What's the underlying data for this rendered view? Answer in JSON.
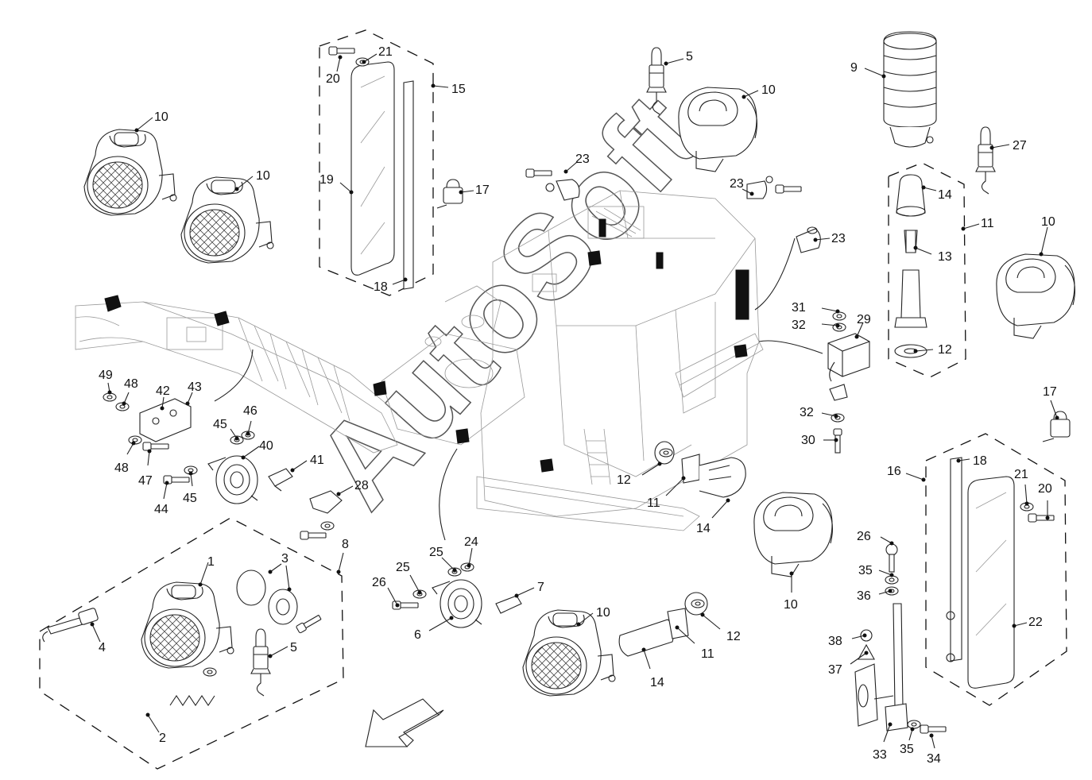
{
  "watermark": "AutoSoft",
  "callouts": [
    {
      "id": "c1",
      "text": "1"
    },
    {
      "id": "c2",
      "text": "2"
    },
    {
      "id": "c3",
      "text": "3"
    },
    {
      "id": "c4",
      "text": "4"
    },
    {
      "id": "c5a",
      "text": "5"
    },
    {
      "id": "c5b",
      "text": "5"
    },
    {
      "id": "c6",
      "text": "6"
    },
    {
      "id": "c7",
      "text": "7"
    },
    {
      "id": "c8",
      "text": "8"
    },
    {
      "id": "c9",
      "text": "9"
    },
    {
      "id": "c10a",
      "text": "10"
    },
    {
      "id": "c10b",
      "text": "10"
    },
    {
      "id": "c10c",
      "text": "10"
    },
    {
      "id": "c10d",
      "text": "10"
    },
    {
      "id": "c10e",
      "text": "10"
    },
    {
      "id": "c10f",
      "text": "10"
    },
    {
      "id": "c11a",
      "text": "11"
    },
    {
      "id": "c11b",
      "text": "11"
    },
    {
      "id": "c11c",
      "text": "11"
    },
    {
      "id": "c12a",
      "text": "12"
    },
    {
      "id": "c12b",
      "text": "12"
    },
    {
      "id": "c12c",
      "text": "12"
    },
    {
      "id": "c13",
      "text": "13"
    },
    {
      "id": "c14a",
      "text": "14"
    },
    {
      "id": "c14b",
      "text": "14"
    },
    {
      "id": "c14c",
      "text": "14"
    },
    {
      "id": "c15",
      "text": "15"
    },
    {
      "id": "c16",
      "text": "16"
    },
    {
      "id": "c17a",
      "text": "17"
    },
    {
      "id": "c17b",
      "text": "17"
    },
    {
      "id": "c18a",
      "text": "18"
    },
    {
      "id": "c18b",
      "text": "18"
    },
    {
      "id": "c19",
      "text": "19"
    },
    {
      "id": "c20a",
      "text": "20"
    },
    {
      "id": "c20b",
      "text": "20"
    },
    {
      "id": "c21a",
      "text": "21"
    },
    {
      "id": "c21b",
      "text": "21"
    },
    {
      "id": "c22",
      "text": "22"
    },
    {
      "id": "c23a",
      "text": "23"
    },
    {
      "id": "c23b",
      "text": "23"
    },
    {
      "id": "c23c",
      "text": "23"
    },
    {
      "id": "c24",
      "text": "24"
    },
    {
      "id": "c25a",
      "text": "25"
    },
    {
      "id": "c25b",
      "text": "25"
    },
    {
      "id": "c26a",
      "text": "26"
    },
    {
      "id": "c26b",
      "text": "26"
    },
    {
      "id": "c27",
      "text": "27"
    },
    {
      "id": "c28",
      "text": "28"
    },
    {
      "id": "c29",
      "text": "29"
    },
    {
      "id": "c30",
      "text": "30"
    },
    {
      "id": "c31",
      "text": "31"
    },
    {
      "id": "c32a",
      "text": "32"
    },
    {
      "id": "c32b",
      "text": "32"
    },
    {
      "id": "c33",
      "text": "33"
    },
    {
      "id": "c34",
      "text": "34"
    },
    {
      "id": "c35a",
      "text": "35"
    },
    {
      "id": "c35b",
      "text": "35"
    },
    {
      "id": "c36",
      "text": "36"
    },
    {
      "id": "c37",
      "text": "37"
    },
    {
      "id": "c38",
      "text": "38"
    },
    {
      "id": "c40",
      "text": "40"
    },
    {
      "id": "c41",
      "text": "41"
    },
    {
      "id": "c42",
      "text": "42"
    },
    {
      "id": "c43",
      "text": "43"
    },
    {
      "id": "c44",
      "text": "44"
    },
    {
      "id": "c45a",
      "text": "45"
    },
    {
      "id": "c45b",
      "text": "45"
    },
    {
      "id": "c46",
      "text": "46"
    },
    {
      "id": "c47",
      "text": "47"
    },
    {
      "id": "c48a",
      "text": "48"
    },
    {
      "id": "c48b",
      "text": "48"
    },
    {
      "id": "c49",
      "text": "49"
    }
  ]
}
